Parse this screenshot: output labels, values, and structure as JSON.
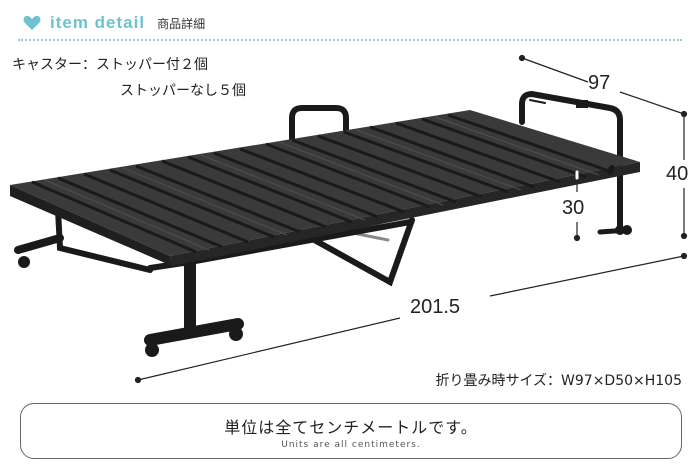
{
  "header": {
    "title": "item detail",
    "subtitle": "商品詳細",
    "icon": "heart-speech-icon",
    "accent_color": "#6cc3cf"
  },
  "caster": {
    "line1": "キャスター：ストッパー付２個",
    "line2": "ストッパーなし５個"
  },
  "dimensions": {
    "width": "97",
    "height": "40",
    "slat_height": "30",
    "length": "201.5"
  },
  "folded_size": "折り畳み時サイズ：W97×D50×H105",
  "note": {
    "main": "単位は全てセンチメートルです。",
    "sub": "Units are all centimeters."
  }
}
